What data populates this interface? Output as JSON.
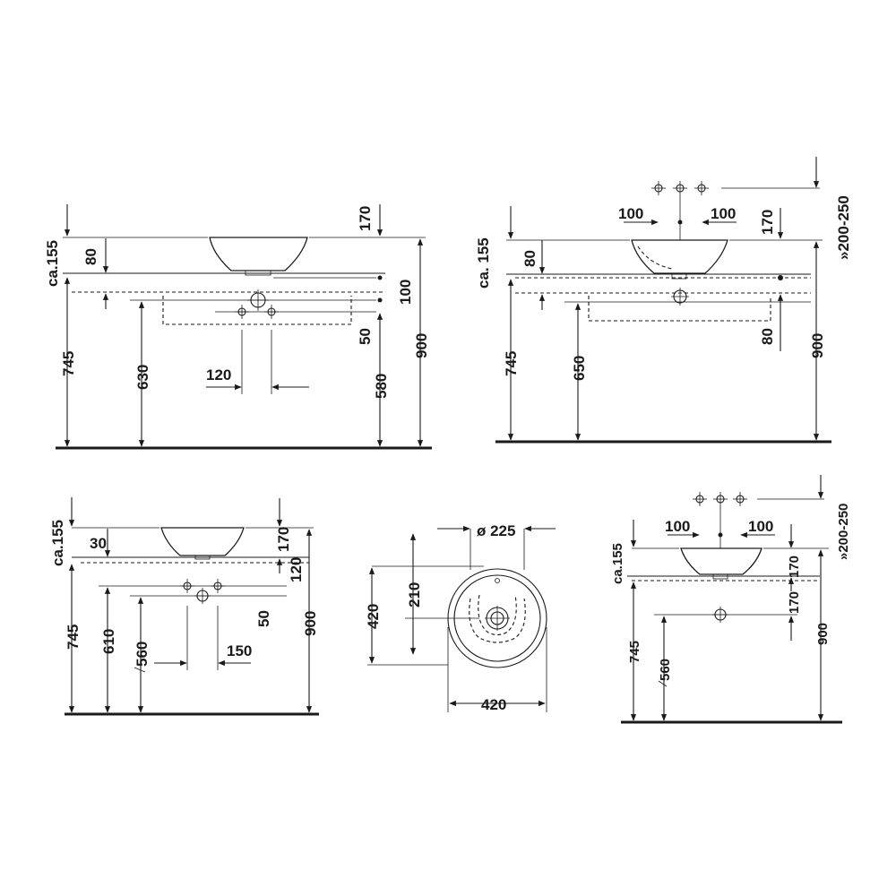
{
  "views": {
    "v1": {
      "labels": {
        "ca155": "ca.155",
        "d80": "80",
        "d170": "170",
        "d100": "100",
        "d50": "50",
        "d745": "745",
        "d630": "630",
        "d120": "120",
        "d580": "580",
        "d900": "900"
      }
    },
    "v2": {
      "labels": {
        "d100a": "100",
        "d100b": "100",
        "d170": "170",
        "d200_250": "»200-250",
        "ca155": "ca. 155",
        "d80": "80",
        "d745": "745",
        "d650": "650",
        "d80b": "80",
        "d900": "900"
      }
    },
    "v3": {
      "labels": {
        "ca155": "ca.155",
        "d30": "30",
        "d170": "170",
        "d120": "120",
        "d50": "50",
        "d745": "745",
        "d610": "610",
        "d560": "560",
        "d150": "150",
        "d900": "900"
      }
    },
    "v4": {
      "labels": {
        "diam225": "ø 225",
        "d210": "210",
        "d420v": "420",
        "d420h": "420"
      }
    },
    "v5": {
      "labels": {
        "d100a": "100",
        "d100b": "100",
        "d200_250": "»200-250",
        "ca155": "ca.155",
        "d170a": "170",
        "d170b": "170",
        "d745": "745",
        "d560": "560",
        "d900": "900"
      }
    }
  }
}
